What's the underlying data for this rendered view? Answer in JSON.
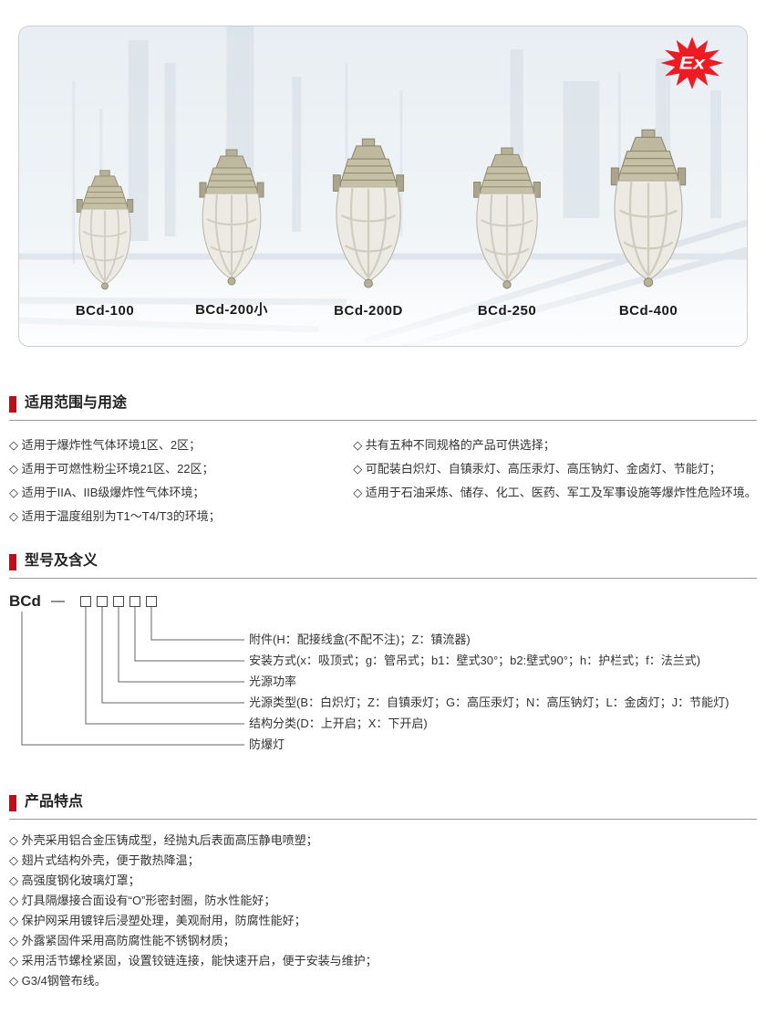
{
  "colors": {
    "accent_red": "#b5121b",
    "ex_red": "#ed1c24",
    "lamp_body": "#c6c1a6",
    "background_sky": "#e3eaf0"
  },
  "hero": {
    "ex": "Ex",
    "products": [
      "BCd-100",
      "BCd-200小",
      "BCd-200D",
      "BCd-250",
      "BCd-400"
    ]
  },
  "scope": {
    "title": "适用范围与用途",
    "left": [
      "◇ 适用于爆炸性气体环境1区、2区；",
      "◇ 适用于可燃性粉尘环境21区、22区；",
      "◇ 适用于IIA、IIB级爆炸性气体环境；",
      "◇ 适用于温度组别为T1～T4/T3的环境；"
    ],
    "right": [
      "◇ 共有五种不同规格的产品可供选择；",
      "◇ 可配装白炽灯、自镇汞灯、高压汞灯、高压钠灯、金卤灯、节能灯；",
      "◇ 适用于石油采炼、储存、化工、医药、军工及军事设施等爆炸性危险环境。"
    ]
  },
  "model": {
    "title": "型号及含义",
    "prefix": "BCd",
    "dash": "—",
    "labels": [
      "附件(H：配接线盒(不配不注)；Z：镇流器)",
      "安装方式(x：吸顶式；g：管吊式；b1：壁式30°；b2:壁式90°；h：护栏式；f：法兰式)",
      "光源功率",
      "光源类型(B：白炽灯；Z：自镇汞灯；G：高压汞灯；N：高压钠灯；L：金卤灯；J：节能灯)",
      "结构分类(D：上开启；X：下开启)",
      "防爆灯"
    ]
  },
  "features": {
    "title": "产品特点",
    "items": [
      "◇ 外壳采用铝合金压铸成型，经抛丸后表面高压静电喷塑；",
      "◇ 翅片式结构外壳，便于散热降温；",
      "◇ 高强度钢化玻璃灯罩；",
      "◇ 灯具隔爆接合面设有“O”形密封圈，防水性能好；",
      "◇ 保护网采用镀锌后浸塑处理，美观耐用，防腐性能好；",
      "◇ 外露紧固件采用高防腐性能不锈钢材质；",
      "◇ 采用活节螺栓紧固，设置铰链连接，能快速开启，便于安装与维护；",
      "◇ G3/4钢管布线。"
    ]
  }
}
